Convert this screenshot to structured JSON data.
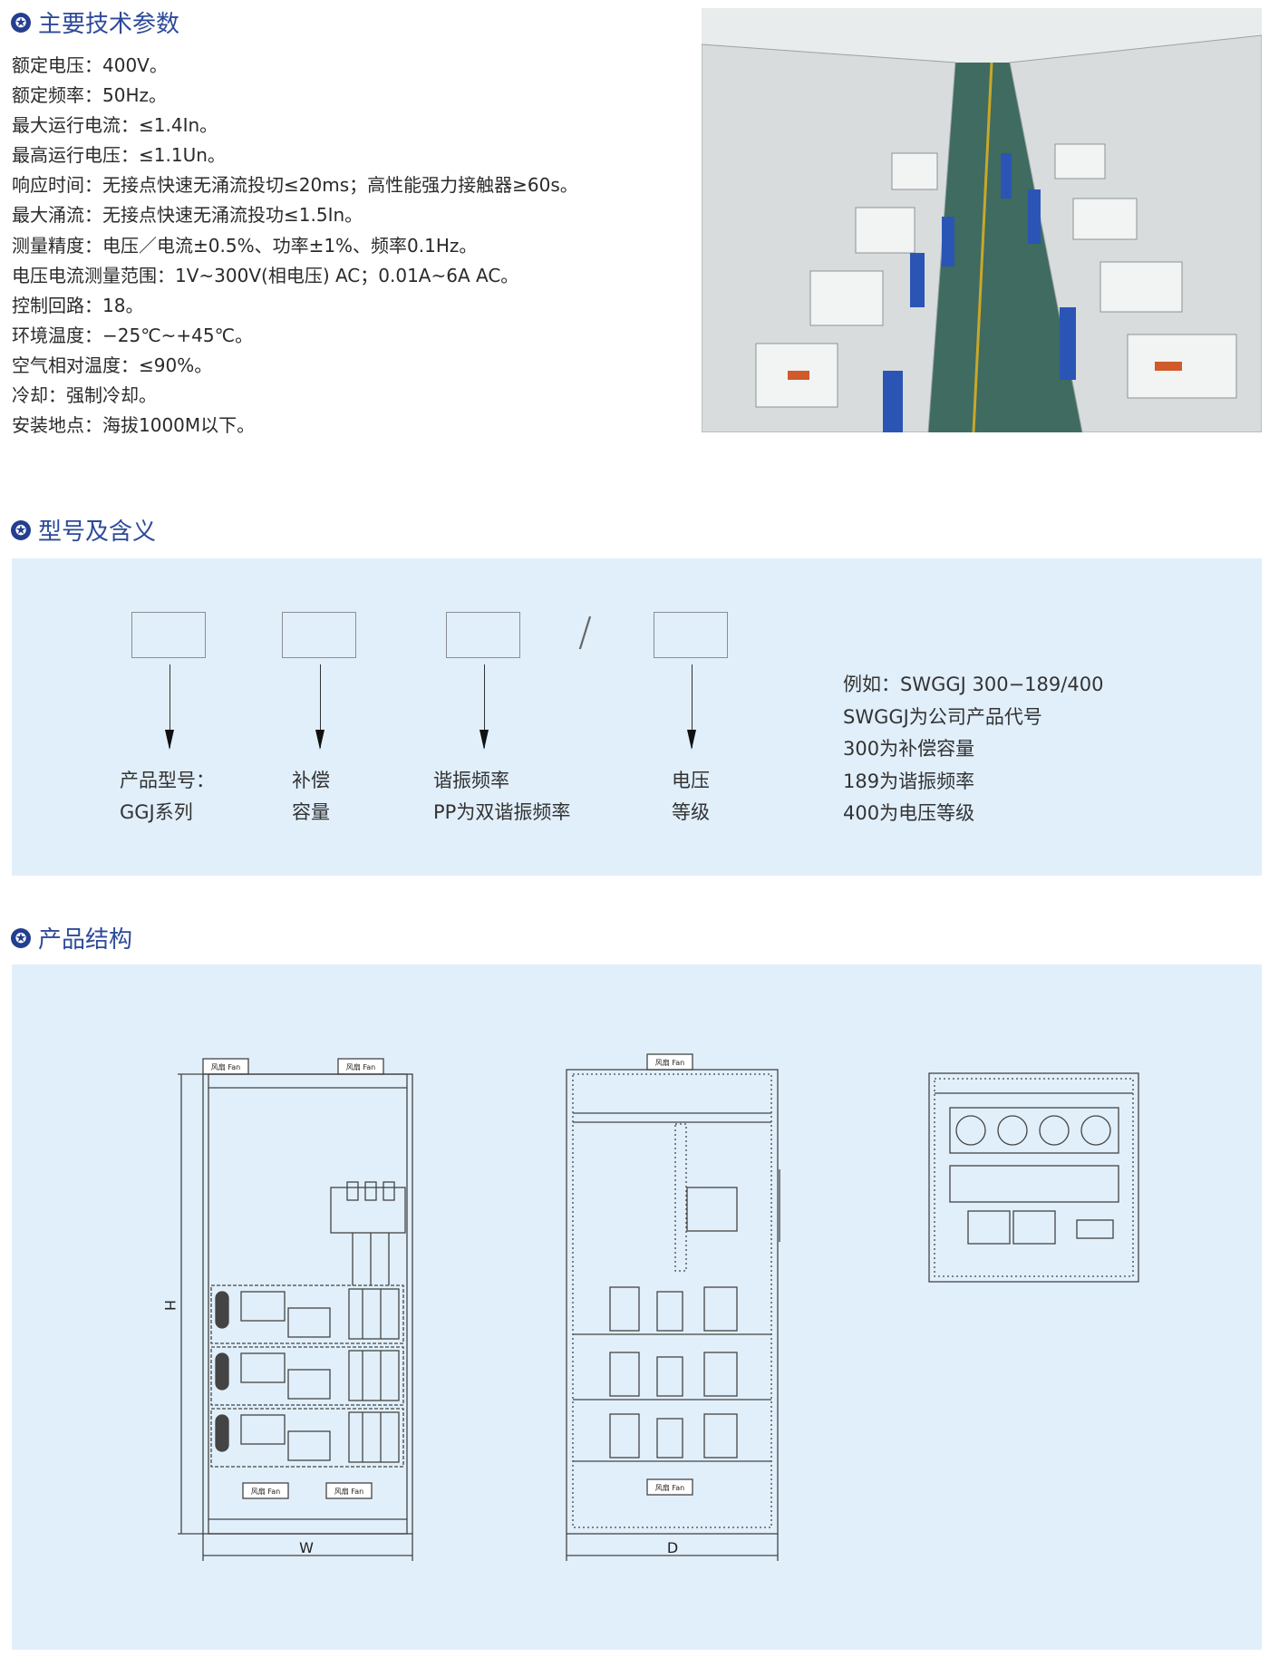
{
  "sections": {
    "specs_title": "主要技术参数",
    "model_title": "型号及含义",
    "structure_title": "产品结构"
  },
  "specs": [
    "额定电压：400V。",
    "额定频率：50Hz。",
    "最大运行电流：≤1.4In。",
    "最高运行电压：≤1.1Un。",
    "响应时间：无接点快速无涌流投切≤20ms；高性能强力接触器≥60s。",
    "最大涌流：无接点快速无涌流投功≤1.5In。",
    "测量精度：电压／电流±0.5%、功率±1%、频率0.1Hz。",
    "电压电流测量范围：1V~300V(相电压) AC；0.01A~6A AC。",
    "控制回路：18。",
    "环境温度：−25℃~+45℃。",
    "空气相对温度：≤90%。",
    "冷却：强制冷却。",
    "安装地点：海拔1000M以下。"
  ],
  "model": {
    "separator": "/",
    "labels": [
      {
        "line1": "产品型号：",
        "line2": "GGJ系列"
      },
      {
        "line1": "补偿",
        "line2": "容量"
      },
      {
        "line1": "谐振频率",
        "line2": "PP为双谐振频率"
      },
      {
        "line1": "电压",
        "line2": "等级"
      }
    ],
    "example": [
      "例如：SWGGJ 300−189/400",
      "SWGGJ为公司产品代号",
      "300为补偿容量",
      "189为谐振频率",
      "400为电压等级"
    ]
  },
  "drawing": {
    "fan_label": "风扇 Fan",
    "dim_height": "H",
    "dim_width": "W",
    "dim_depth": "D"
  },
  "colors": {
    "heading": "#2d4a9a",
    "panel_bg": "#e1effb"
  }
}
